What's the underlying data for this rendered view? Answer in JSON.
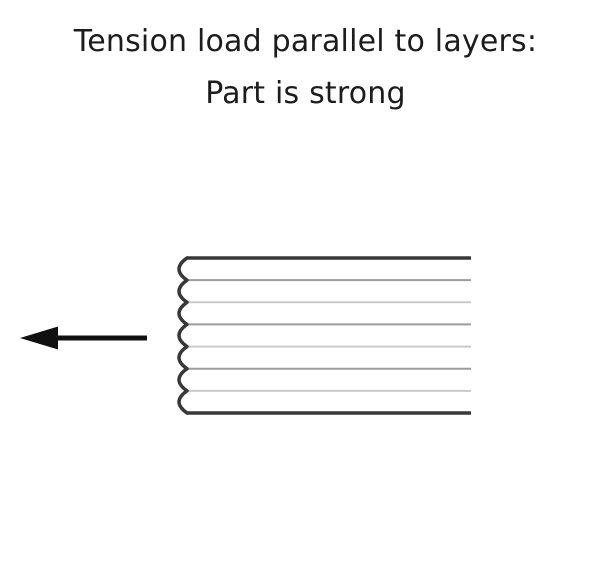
{
  "title": {
    "line1": "Tension load parallel to layers:",
    "line2": "Part is strong"
  },
  "diagram": {
    "layer_count": 7,
    "arrow": {
      "direction": "left"
    },
    "colors": {
      "background": "#ffffff",
      "title_text": "#1c1c1c",
      "outline": "#383838",
      "layer_line_dark": "#9c9c9c",
      "layer_line_light": "#c9c9c9",
      "arrow": "#101010"
    }
  }
}
